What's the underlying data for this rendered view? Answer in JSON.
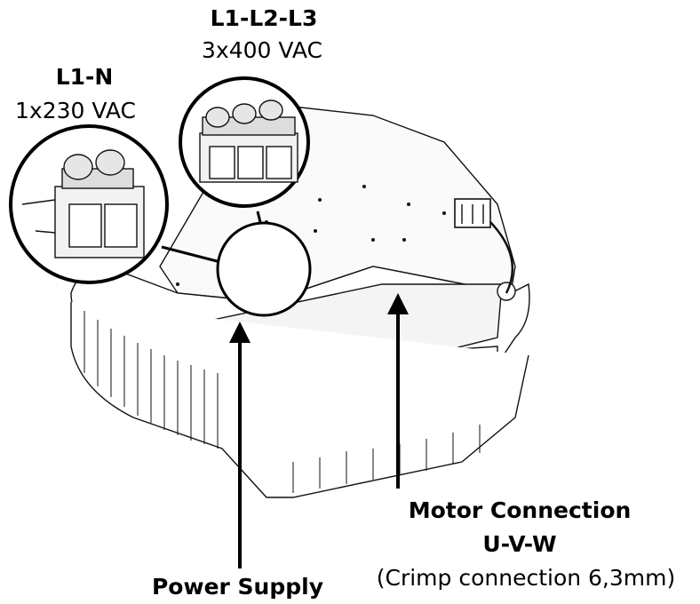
{
  "labels": {
    "three_phase_title": "L1-L2-L3",
    "three_phase_voltage": "3x400 VAC",
    "single_phase_title": "L1-N",
    "single_phase_voltage": "1x230 VAC",
    "motor_title": "Motor Connection",
    "motor_terminals": "U-V-W",
    "motor_note": "(Crimp connection 6,3mm)",
    "power_supply": "Power Supply"
  },
  "colors": {
    "line": "#000000",
    "fill": "#ffffff",
    "shade": "#d9d9d9"
  }
}
